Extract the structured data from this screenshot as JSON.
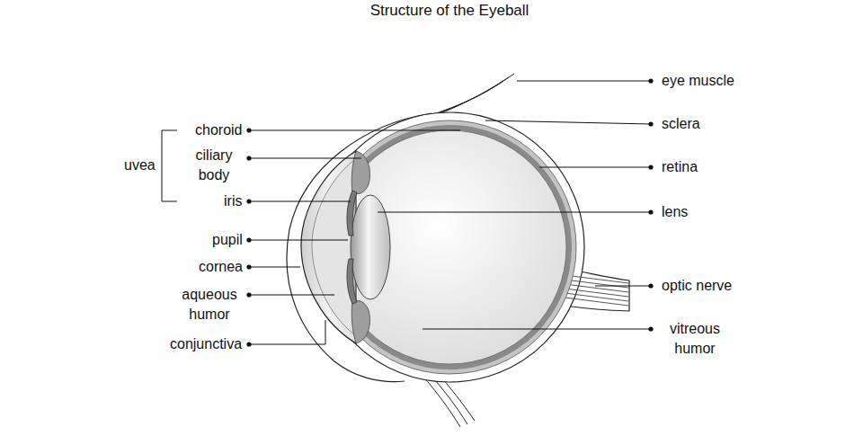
{
  "diagram": {
    "title": "Structure of the Eyeball",
    "labels": [
      "eye muscle",
      "choroid",
      "sclera",
      "ciliary body",
      "retina",
      "uvea",
      "iris",
      "lens",
      "pupil",
      "cornea",
      "optic nerve",
      "aqueous humor",
      "vitreous humor",
      "conjunctiva"
    ]
  }
}
